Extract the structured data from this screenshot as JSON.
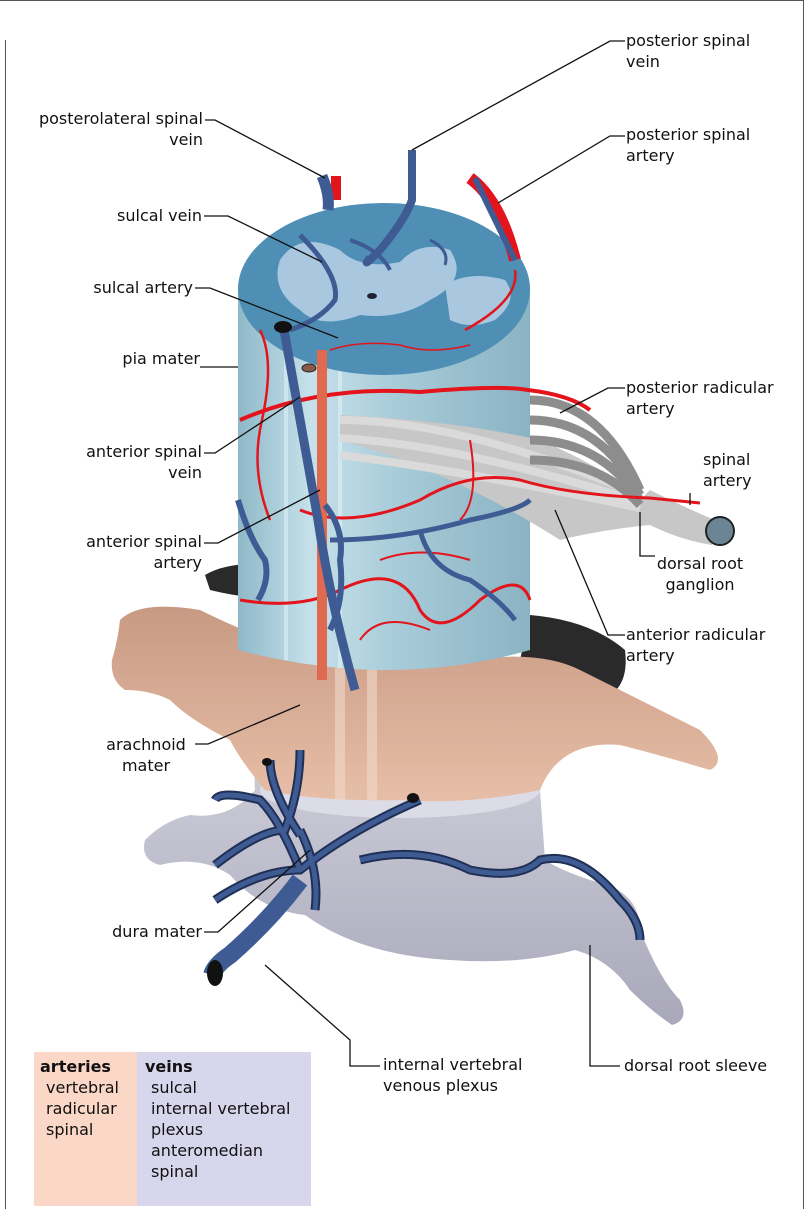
{
  "colors": {
    "artery": "#e3141b",
    "vein": "#3e5c93",
    "vein_outline": "#1f2f55",
    "cord_top": "#4f8fb5",
    "cord_side": "#a9cdd8",
    "gray_matter": "#a9c8e0",
    "arachnoid": "#d6a58c",
    "dura": "#b9b8c8",
    "root_gray": "#b8b8b8",
    "legend_arteries_bg": "#fad7c6",
    "legend_veins_bg": "#d7d6ec"
  },
  "labels": {
    "posterior_spinal_vein": [
      "posterior spinal",
      "vein"
    ],
    "posterolateral_spinal_vein": [
      "posterolateral spinal",
      "vein"
    ],
    "posterior_spinal_artery": [
      "posterior spinal",
      "artery"
    ],
    "sulcal_vein": [
      "sulcal vein"
    ],
    "sulcal_artery": [
      "sulcal artery"
    ],
    "pia_mater": [
      "pia mater"
    ],
    "posterior_radicular_artery": [
      "posterior radicular",
      "artery"
    ],
    "spinal_artery": [
      "spinal",
      "artery"
    ],
    "anterior_spinal_vein": [
      "anterior spinal",
      "vein"
    ],
    "anterior_spinal_artery": [
      "anterior spinal",
      "artery"
    ],
    "dorsal_root_ganglion": [
      "dorsal root",
      "ganglion"
    ],
    "anterior_radicular_artery": [
      "anterior radicular",
      "artery"
    ],
    "arachnoid_mater": [
      "arachnoid",
      "mater"
    ],
    "dura_mater": [
      "dura mater"
    ],
    "internal_vertebral_venous_plexus": [
      "internal vertebral",
      "venous plexus"
    ],
    "dorsal_root_sleeve": [
      "dorsal root sleeve"
    ]
  },
  "legend": {
    "arteries": {
      "heading": "arteries",
      "items": [
        "vertebral",
        "radicular",
        "spinal"
      ]
    },
    "veins": {
      "heading": "veins",
      "items": [
        "sulcal",
        "internal vertebral",
        "plexus",
        "anteromedian",
        "spinal"
      ]
    }
  }
}
